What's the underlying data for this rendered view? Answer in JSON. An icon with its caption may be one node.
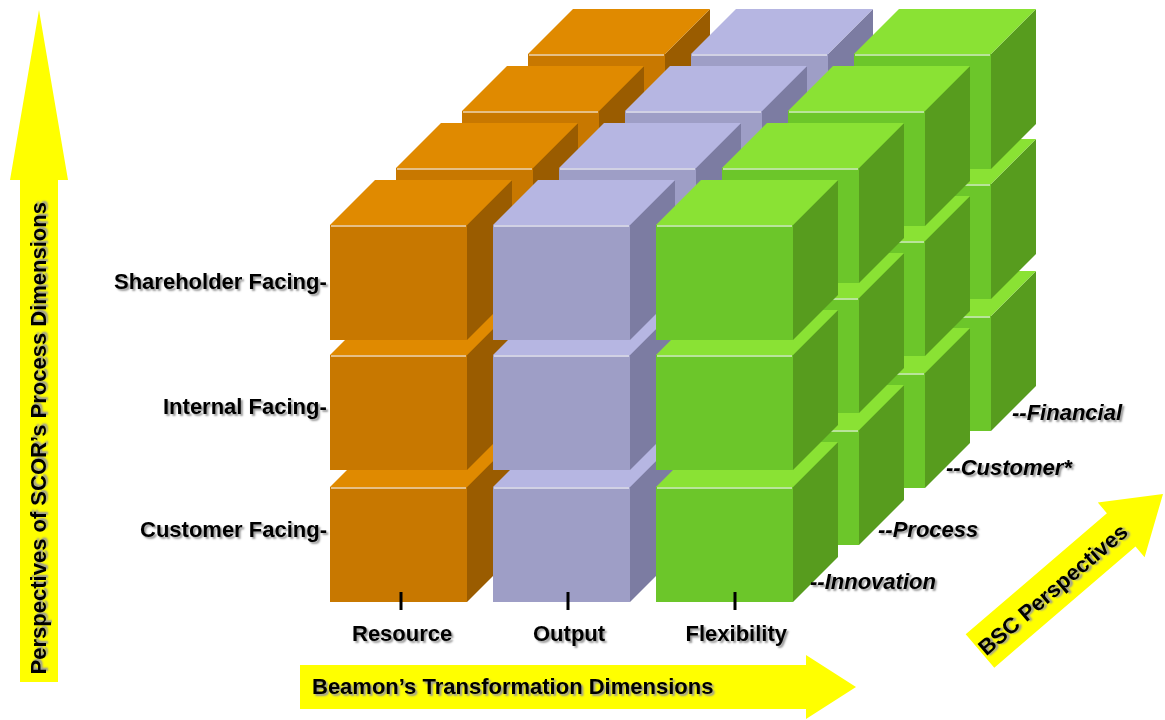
{
  "diagram": {
    "nodes": [
      {
        "text": [
          "Perspectives of SCOR’s  Process Dimensions"
        ]
      },
      {
        "text": [
          "Beamon’s Transformation Dimensions"
        ]
      },
      {
        "text": [
          "BSC Perspectives"
        ]
      }
    ],
    "labels": [
      "Shareholder Facing-",
      "Internal Facing-",
      "Customer Facing-",
      "--Financial",
      "--Customer*",
      "--Process",
      "--Innovation",
      "Resource",
      "Output",
      "Flexibility"
    ]
  }
}
